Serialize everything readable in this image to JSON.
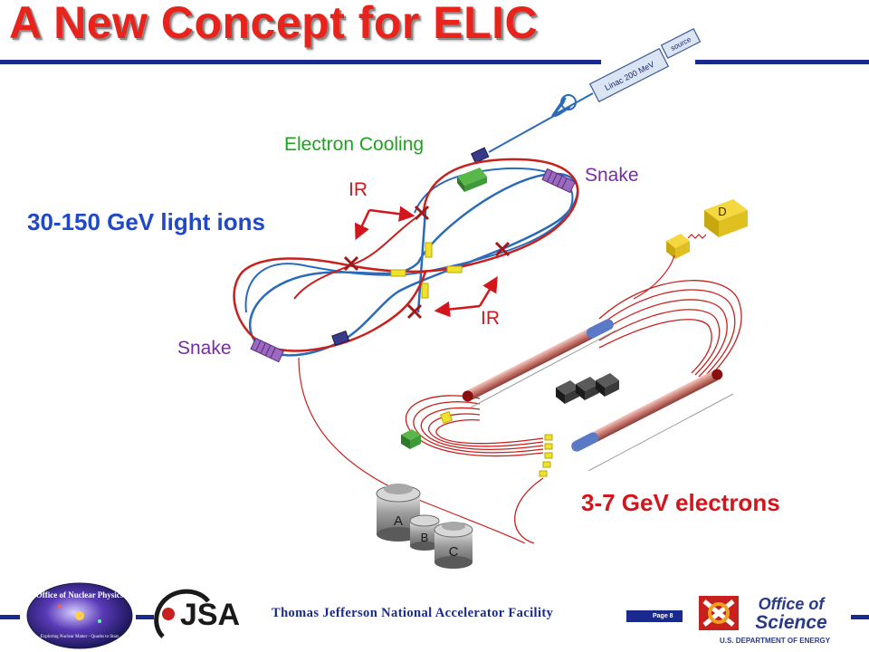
{
  "slide": {
    "title": "A New Concept for ELIC",
    "footer_text": "Thomas Jefferson National Accelerator Facility",
    "page_label": "Page 8"
  },
  "diagram": {
    "labels": {
      "electron_cooling": "Electron Cooling",
      "snake_top": "Snake",
      "snake_bottom": "Snake",
      "ir_top": "IR",
      "ir_bottom": "IR",
      "light_ions": "30-150 GeV light ions",
      "electrons": "3-7 GeV electrons",
      "linac": "Linac 200 MeV",
      "source": "source",
      "hall_d": "D",
      "hall_a": "A",
      "hall_b": "B",
      "hall_c": "C"
    }
  },
  "logos": {
    "nuclear_physics": {
      "top_text": "Office of Nuclear Physics",
      "bottom_text": "Exploring Nuclear Matter - Quarks to Stars"
    },
    "jsa": {
      "text": "JSA"
    },
    "office_of_science": {
      "line1": "Office of",
      "line2": "Science",
      "line3": "U.S. DEPARTMENT OF ENERGY"
    }
  },
  "colors": {
    "title_red": "#e8231c",
    "bar_blue": "#1a2a8c",
    "ion_ring_blue": "#2a6ab8",
    "electron_ring_red": "#c8201c",
    "cooling_green": "#1ea31e",
    "snake_purple": "#7a2aa5"
  }
}
